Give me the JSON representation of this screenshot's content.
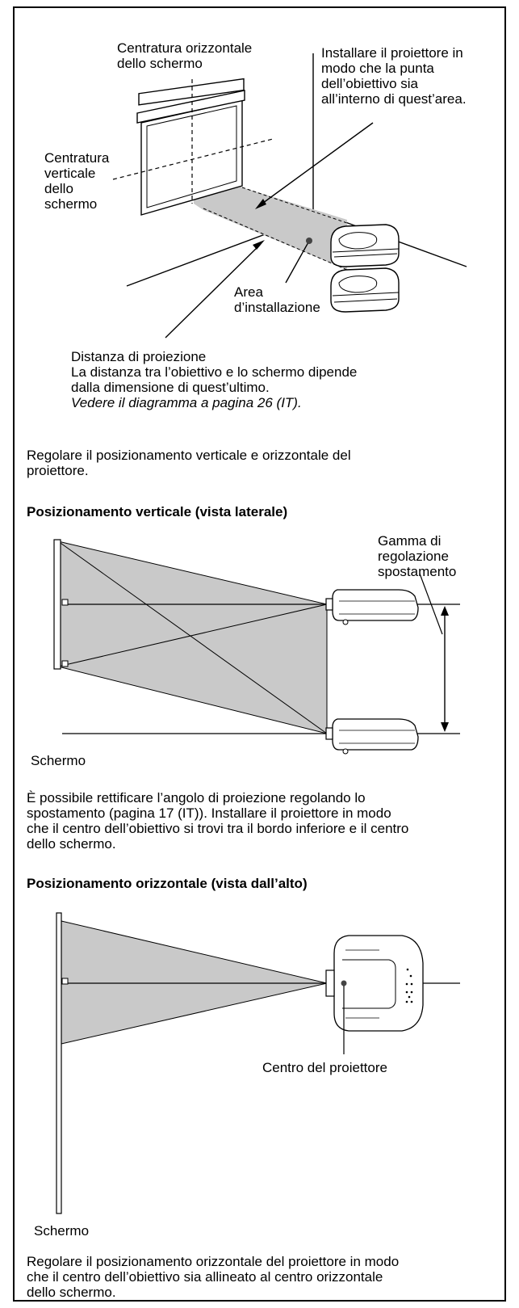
{
  "fig1": {
    "horizontal_centring": [
      "Centratura orizzontale",
      "dello schermo"
    ],
    "install_instruction": [
      "Installare il proiettore in",
      "modo che la punta",
      "dell’obiettivo sia",
      "all’interno di quest’area."
    ],
    "vertical_centring": [
      "Centratura",
      "verticale",
      "dello",
      "schermo"
    ],
    "install_area": [
      "Area",
      "d’installazione"
    ],
    "projection_distance": [
      "Distanza di proiezione",
      "La distanza tra l’obiettivo e lo schermo dipende",
      "dalla dimensione di quest’ultimo.",
      "Vedere il diagramma a pagina 26 (IT)."
    ]
  },
  "text": {
    "adjust": [
      "Regolare il posizionamento verticale e orizzontale del",
      "proiettore."
    ],
    "vertical_note": [
      "È possibile rettificare l’angolo di proiezione regolando lo",
      "spostamento (pagina 17 (IT)). Installare il proiettore in modo",
      "che il centro dell’obiettivo si trovi tra il bordo inferiore e il centro",
      "dello schermo."
    ],
    "horizontal_note": [
      "Regolare il posizionamento orizzontale del proiettore in modo",
      "che il centro dell’obiettivo sia allineato al centro orizzontale",
      "dello schermo."
    ]
  },
  "headings": {
    "vertical": "Posizionamento verticale (vista laterale)",
    "horizontal": "Posizionamento orizzontale (vista dall’alto)"
  },
  "fig2": {
    "shift_range": [
      "Gamma di",
      "regolazione",
      "spostamento"
    ],
    "screen": "Schermo"
  },
  "fig3": {
    "projector_centre": "Centro del proiettore",
    "screen": "Schermo"
  }
}
